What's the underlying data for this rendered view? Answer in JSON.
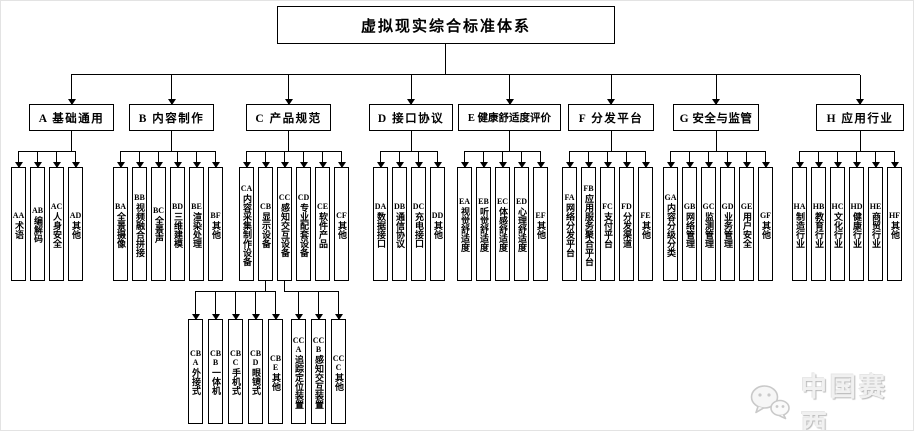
{
  "root": {
    "title": "虚拟现实综合标准体系"
  },
  "branches": [
    {
      "id": "A",
      "label": "A 基础通用",
      "children": [
        {
          "code": "AA",
          "label": "术语"
        },
        {
          "code": "AB",
          "label": "编解码"
        },
        {
          "code": "AC",
          "label": "人身安全"
        },
        {
          "code": "AD",
          "label": "其他"
        }
      ]
    },
    {
      "id": "B",
      "label": "B 内容制作",
      "children": [
        {
          "code": "BA",
          "label": "全景摄像"
        },
        {
          "code": "BB",
          "label": "视频融合拼接"
        },
        {
          "code": "BC",
          "label": "全景声"
        },
        {
          "code": "BD",
          "label": "三维建模"
        },
        {
          "code": "BE",
          "label": "渲染处理"
        },
        {
          "code": "BF",
          "label": "其他"
        }
      ]
    },
    {
      "id": "C",
      "label": "C 产品规范",
      "children": [
        {
          "code": "CA",
          "label": "内容采集制作设备"
        },
        {
          "code": "CB",
          "label": "显示设备"
        },
        {
          "code": "CC",
          "label": "感知交互设备"
        },
        {
          "code": "CD",
          "label": "专业配套设备"
        },
        {
          "code": "CE",
          "label": "软件产品"
        },
        {
          "code": "CF",
          "label": "其他"
        }
      ]
    },
    {
      "id": "D",
      "label": "D 接口协议",
      "children": [
        {
          "code": "DA",
          "label": "数据接口"
        },
        {
          "code": "DB",
          "label": "通信协议"
        },
        {
          "code": "DC",
          "label": "充电接口"
        },
        {
          "code": "DD",
          "label": "其他"
        }
      ]
    },
    {
      "id": "E",
      "label": "E 健康舒适度评价",
      "children": [
        {
          "code": "EA",
          "label": "视觉舒适度"
        },
        {
          "code": "EB",
          "label": "听觉舒适度"
        },
        {
          "code": "EC",
          "label": "体感舒适度"
        },
        {
          "code": "ED",
          "label": "心理舒适度"
        },
        {
          "code": "EF",
          "label": "其他"
        }
      ]
    },
    {
      "id": "F",
      "label": "F 分发平台",
      "children": [
        {
          "code": "FA",
          "label": "网络分发平台"
        },
        {
          "code": "FB",
          "label": "应用服务聚合平台"
        },
        {
          "code": "FC",
          "label": "支付平台"
        },
        {
          "code": "FD",
          "label": "分发渠道"
        },
        {
          "code": "FE",
          "label": "其他"
        }
      ]
    },
    {
      "id": "G",
      "label": "G 安全与监管",
      "children": [
        {
          "code": "GA",
          "label": "内容分级分类"
        },
        {
          "code": "GB",
          "label": "网络管理"
        },
        {
          "code": "GC",
          "label": "监测管理"
        },
        {
          "code": "GD",
          "label": "业务管理"
        },
        {
          "code": "GE",
          "label": "用户安全"
        },
        {
          "code": "GF",
          "label": "其他"
        }
      ]
    },
    {
      "id": "H",
      "label": "H 应用行业",
      "children": [
        {
          "code": "HA",
          "label": "制造行业"
        },
        {
          "code": "HB",
          "label": "教育行业"
        },
        {
          "code": "HC",
          "label": "文化行业"
        },
        {
          "code": "HD",
          "label": "健康行业"
        },
        {
          "code": "HE",
          "label": "商贸行业"
        },
        {
          "code": "HF",
          "label": "其他"
        }
      ]
    }
  ],
  "subgroups": [
    {
      "parent": "CB",
      "children": [
        {
          "code": "CBA",
          "label": "外接式"
        },
        {
          "code": "CBB",
          "label": "一体机"
        },
        {
          "code": "CBC",
          "label": "手机式"
        },
        {
          "code": "CBD",
          "label": "眼镜式"
        },
        {
          "code": "CBE",
          "label": "其他"
        }
      ]
    },
    {
      "parent": "CC",
      "children": [
        {
          "code": "CCA",
          "label": "追踪定位装置"
        },
        {
          "code": "CCB",
          "label": "感知交互装置"
        },
        {
          "code": "CCC",
          "label": "其他"
        }
      ]
    }
  ],
  "watermark": {
    "icon": "wechat-icon",
    "label": "中国赛西"
  },
  "colors": {
    "line": "#000000",
    "box_border": "#000000",
    "background": "#ffffff",
    "watermark": "#d9d9d9"
  }
}
